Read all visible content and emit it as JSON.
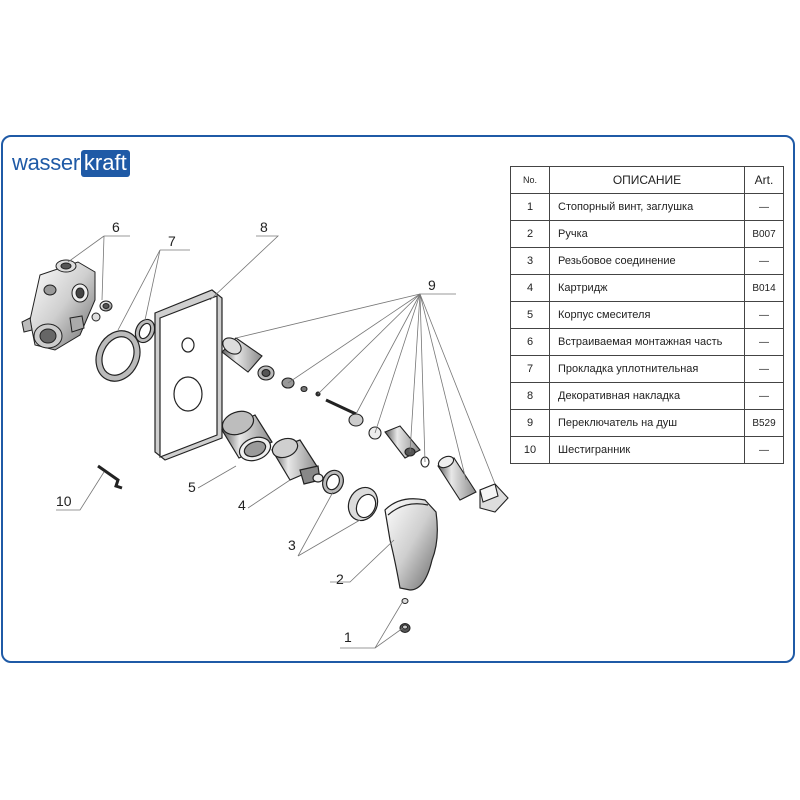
{
  "brand": {
    "name_part1": "wasser",
    "name_part2": "kraft",
    "color": "#1f5aa6"
  },
  "frame_color": "#1f5aa6",
  "table": {
    "headers": {
      "no": "No.",
      "description": "ОПИСАНИЕ",
      "art": "Art."
    },
    "rows": [
      {
        "no": "1",
        "description": "Стопорный винт, заглушка",
        "art": "—"
      },
      {
        "no": "2",
        "description": "Ручка",
        "art": "B007"
      },
      {
        "no": "3",
        "description": "Резьбовое соединение",
        "art": "—"
      },
      {
        "no": "4",
        "description": "Картридж",
        "art": "B014"
      },
      {
        "no": "5",
        "description": "Корпус смесителя",
        "art": "—"
      },
      {
        "no": "6",
        "description": "Встраиваемая монтажная часть",
        "art": "—"
      },
      {
        "no": "7",
        "description": "Прокладка уплотнительная",
        "art": "—"
      },
      {
        "no": "8",
        "description": "Декоративная накладка",
        "art": "—"
      },
      {
        "no": "9",
        "description": "Переключатель на душ",
        "art": "B529"
      },
      {
        "no": "10",
        "description": "Шестигранник",
        "art": "—"
      }
    ]
  },
  "callouts": {
    "c1": "1",
    "c2": "2",
    "c3": "3",
    "c4": "4",
    "c5": "5",
    "c6": "6",
    "c7": "7",
    "c8": "8",
    "c9": "9",
    "c10": "10"
  }
}
